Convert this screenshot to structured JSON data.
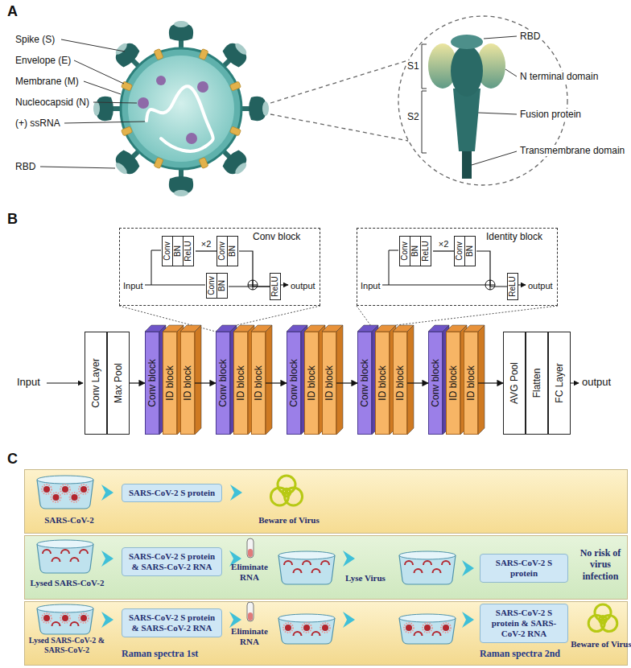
{
  "diagram": {
    "nodes": [
      {
        "text": [
          "Conv block",
          "Input",
          "output"
        ]
      },
      {
        "text": [
          "Conv",
          "BN",
          "ReLU"
        ],
        "in": 0
      },
      {
        "text": [
          "Conv",
          "BN"
        ],
        "in": 0
      },
      {
        "text": [
          "ReLU"
        ],
        "in": 0
      },
      {
        "text": [
          "Conv",
          "BN"
        ],
        "in": 0
      },
      {
        "text": [
          "Identity block",
          "Input",
          "output"
        ]
      },
      {
        "text": [
          "Conv",
          "BN",
          "ReLU"
        ],
        "in": 5
      },
      {
        "text": [
          "Conv",
          "BN"
        ],
        "in": 5
      },
      {
        "text": [
          "ReLU"
        ],
        "in": 5
      },
      {
        "text": [
          "Conv Layer"
        ]
      },
      {
        "text": [
          "Max Pool"
        ]
      },
      {
        "text": [
          "Conv block"
        ]
      },
      {
        "text": [
          "ID block"
        ]
      },
      {
        "text": [
          "ID block"
        ]
      },
      {
        "text": [
          "Conv block"
        ]
      },
      {
        "text": [
          "ID block"
        ]
      },
      {
        "text": [
          "ID block"
        ]
      },
      {
        "text": [
          "Conv block"
        ]
      },
      {
        "text": [
          "ID block"
        ]
      },
      {
        "text": [
          "ID block"
        ]
      },
      {
        "text": [
          "Conv block"
        ]
      },
      {
        "text": [
          "ID block"
        ]
      },
      {
        "text": [
          "ID block"
        ]
      },
      {
        "text": [
          "Conv block"
        ]
      },
      {
        "text": [
          "ID block"
        ]
      },
      {
        "text": [
          "ID block"
        ]
      },
      {
        "text": [
          "AVG Pool"
        ]
      },
      {
        "text": [
          "Flatten"
        ]
      },
      {
        "text": [
          "FC Layer"
        ]
      },
      {
        "text": [
          "SARS-CoV-2",
          "Beware of Virus"
        ]
      },
      {
        "text": [
          "SARS-CoV-2 S protein"
        ],
        "in": 29
      },
      {
        "text": [
          "Lysed SARS-CoV-2",
          "Eliminate RNA",
          "Lyse Virus",
          "No risk of virus infection"
        ]
      },
      {
        "text": [
          "SARS-CoV-2 S protein & SARS-CoV-2 RNA"
        ],
        "in": 31
      },
      {
        "text": [
          "SARS-CoV-2 S protein"
        ],
        "in": 31
      },
      {
        "text": [
          "Lysed SARS-CoV-2 & SARS-CoV-2",
          "Eliminate RNA",
          "Raman spectra 1st",
          "Raman spectra 2nd",
          "Beware of Virus"
        ]
      },
      {
        "text": [
          "SARS-CoV-2 S protein & SARS-CoV-2 RNA"
        ],
        "in": 34
      },
      {
        "text": [
          "SARS-CoV-2 S protein & SARS-CoV-2 RNA"
        ],
        "in": 34
      }
    ],
    "edges": [
      {
        "from": 1,
        "to": 2,
        "arrow": "none",
        "label": "×2"
      },
      {
        "from": 2,
        "to": 3,
        "arrow": "none"
      },
      {
        "from": 4,
        "to": 3,
        "arrow": "none"
      },
      {
        "from": 6,
        "to": 7,
        "arrow": "none",
        "label": "×2"
      },
      {
        "from": 7,
        "to": 8,
        "arrow": "none"
      },
      {
        "from": 10,
        "to": 11,
        "arrow": "to"
      },
      {
        "from": 13,
        "to": 14,
        "arrow": "to"
      },
      {
        "from": 16,
        "to": 17,
        "arrow": "to"
      },
      {
        "from": 19,
        "to": 20,
        "arrow": "to"
      },
      {
        "from": 22,
        "to": 23,
        "arrow": "to"
      },
      {
        "from": 25,
        "to": 26,
        "arrow": "to"
      }
    ],
    "labels": [
      "A",
      "Spike (S)",
      "Envelope (E)",
      "Membrane (M)",
      "Nucleocapsid (N)",
      "(+) ssRNA",
      "RBD",
      "RBD",
      "S1",
      "N terminal domain",
      "S2",
      "Fusion protein",
      "Transmembrane domain",
      "B",
      "Input",
      "output",
      "C"
    ]
  }
}
